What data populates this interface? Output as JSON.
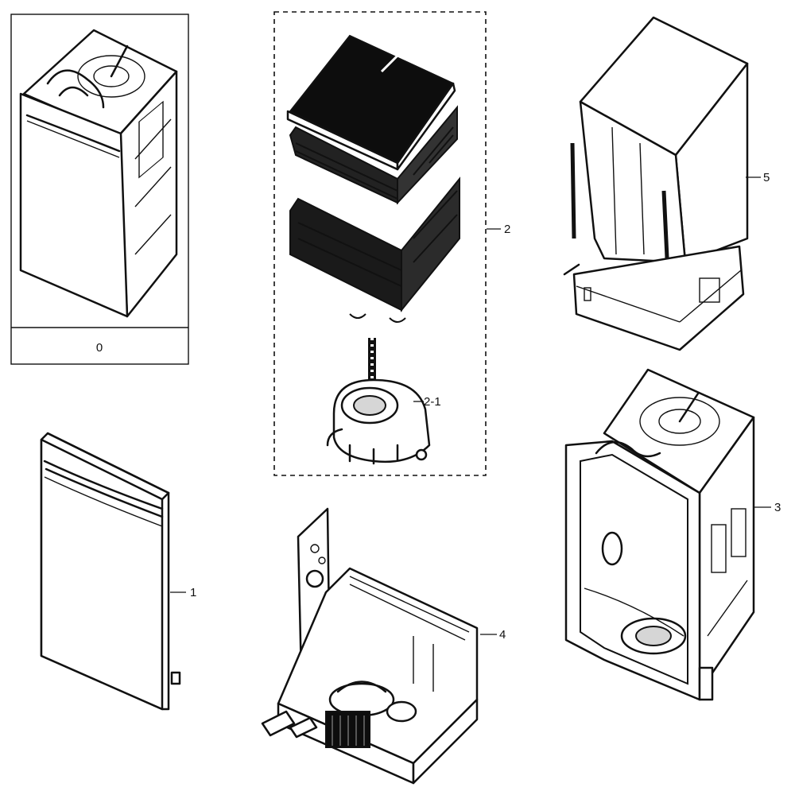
{
  "labels": {
    "complete": "0",
    "door": "1",
    "rack_assembly": "2",
    "sump": "2-1",
    "tub": "3",
    "base": "4",
    "cabinet": "5"
  }
}
